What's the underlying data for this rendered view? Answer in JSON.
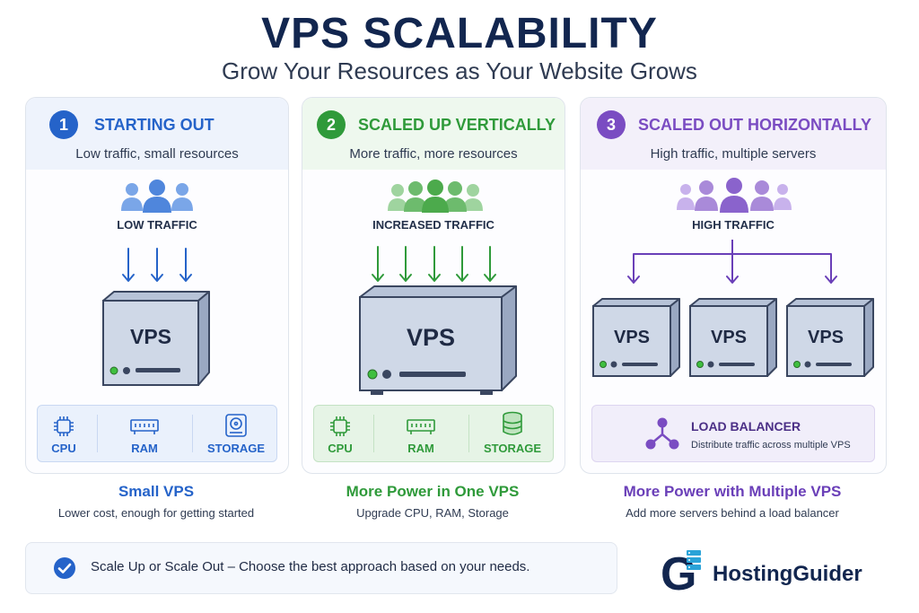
{
  "title": "VPS SCALABILITY",
  "subtitle": "Grow Your Resources as Your Website Grows",
  "colors": {
    "blue": "#2563c9",
    "green": "#2f9a3a",
    "purple": "#7a4cc2",
    "navy": "#12264f"
  },
  "panels": [
    {
      "number": "1",
      "heading": "STARTING OUT",
      "description": "Low traffic, small resources",
      "traffic_label": "LOW TRAFFIC",
      "server_label": "VPS",
      "resources": [
        "CPU",
        "RAM",
        "STORAGE"
      ],
      "caption_title": "Small VPS",
      "caption_desc": "Lower cost, enough for getting started"
    },
    {
      "number": "2",
      "heading": "SCALED UP VERTICALLY",
      "description": "More traffic, more resources",
      "traffic_label": "INCREASED TRAFFIC",
      "server_label": "VPS",
      "resources": [
        "CPU",
        "RAM",
        "STORAGE"
      ],
      "caption_title": "More Power in One VPS",
      "caption_desc": "Upgrade CPU, RAM, Storage"
    },
    {
      "number": "3",
      "heading": "SCALED OUT HORIZONTALLY",
      "description": "High traffic, multiple servers",
      "traffic_label": "HIGH TRAFFIC",
      "server_labels": [
        "VPS",
        "VPS",
        "VPS"
      ],
      "load_balancer_title": "LOAD BALANCER",
      "load_balancer_desc": "Distribute traffic across multiple VPS",
      "caption_title": "More Power with Multiple VPS",
      "caption_desc": "Add more servers behind a load balancer"
    }
  ],
  "footer": {
    "text": "Scale Up or Scale Out – Choose the best approach based on your needs."
  },
  "logo": {
    "letter": "G",
    "text": "HostingGuider"
  }
}
